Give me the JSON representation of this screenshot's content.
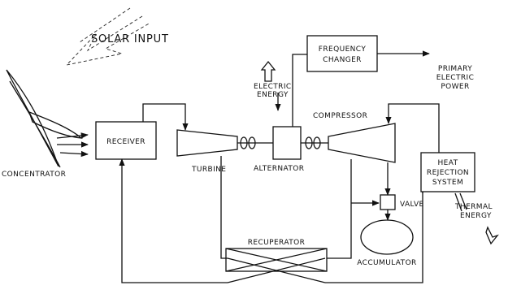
{
  "labels": {
    "solar_input": "SOLAR INPUT",
    "concentrator": "CONCENTRATOR",
    "receiver": "RECEIVER",
    "turbine": "TURBINE",
    "alternator": "ALTERNATOR",
    "compressor": "COMPRESSOR",
    "electric_energy_line1": "ELECTRIC",
    "electric_energy_line2": "ENERGY",
    "frequency_changer_line1": "FREQUENCY",
    "frequency_changer_line2": "CHANGER",
    "primary_power_line1": "PRIMARY",
    "primary_power_line2": "ELECTRIC",
    "primary_power_line3": "POWER",
    "heat_rejection_line1": "HEAT",
    "heat_rejection_line2": "REJECTION",
    "heat_rejection_line3": "SYSTEM",
    "thermal_energy_line1": "THERMAL",
    "thermal_energy_line2": "ENERGY",
    "valve": "VALVE",
    "recuperator": "RECUPERATOR",
    "accumulator": "ACCUMULATOR"
  }
}
